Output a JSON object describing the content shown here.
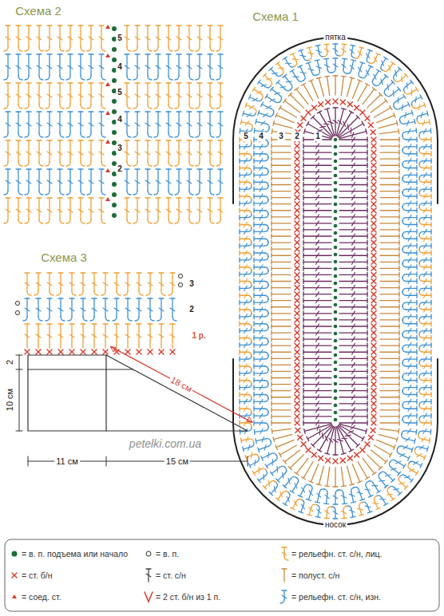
{
  "diagram": {
    "labels": [
      "Схема 2",
      "5",
      "4",
      "5",
      "4",
      "3",
      "2",
      "Схема 1",
      "пятка",
      "5",
      "4",
      "3",
      "2",
      "1",
      "носок",
      "Схема 3",
      "3",
      "2",
      "1 р.",
      "2",
      "10 см",
      "18 см",
      "11 см",
      "15 см",
      "petelki.com.ua"
    ],
    "legend": [
      {
        "text": "= в. п. подъема или начало"
      },
      {
        "text": "= в. п."
      },
      {
        "text": "= рельефн. ст. с/н, лиц."
      },
      {
        "text": "= ст. б/н"
      },
      {
        "text": "= ст. с/н"
      },
      {
        "text": "= полуст. с/н"
      },
      {
        "text": "= соед. ст."
      },
      {
        "text": "= 2 ст. б/н из 1 п."
      },
      {
        "text": "= рельефн. ст. с/н, изн."
      }
    ]
  }
}
